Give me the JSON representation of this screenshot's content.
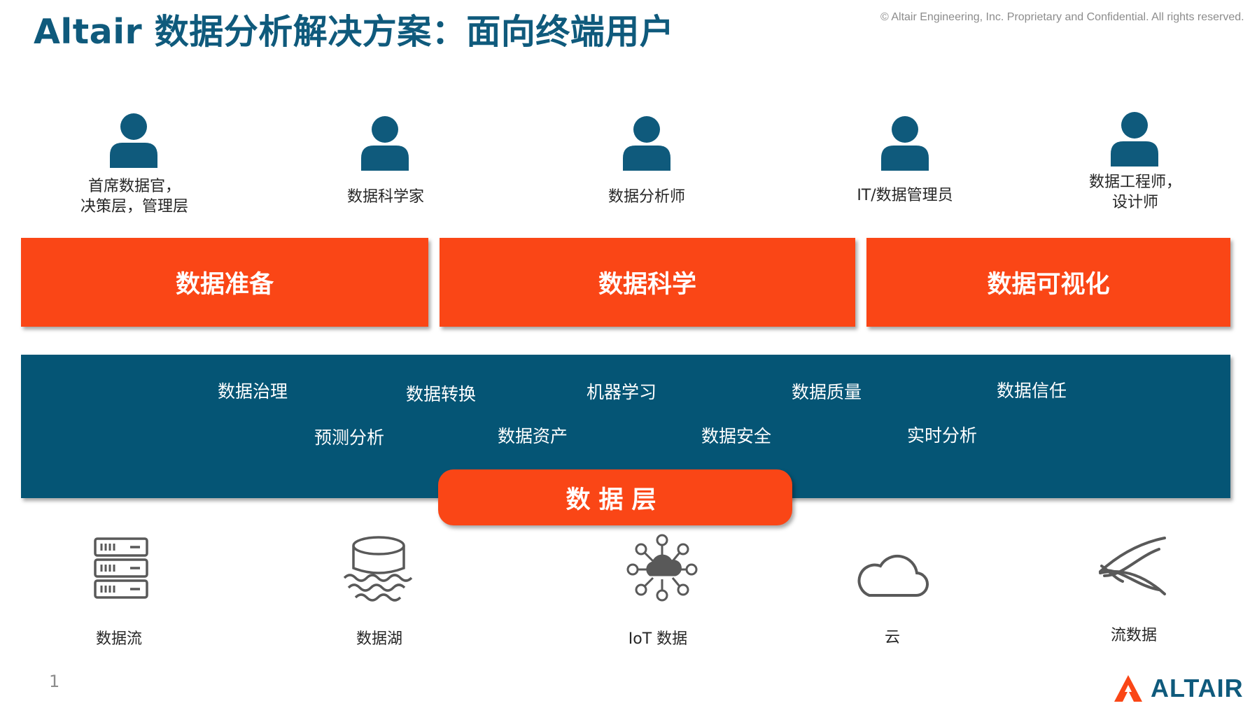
{
  "header": {
    "title": "Altair 数据分析解决方案：面向终端用户",
    "copyright": "© Altair Engineering, Inc. Proprietary and Confidential. All rights reserved."
  },
  "roles": [
    {
      "label": "首席数据官，\n决策层，管理层",
      "icon": "person-icon"
    },
    {
      "label": "数据科学家",
      "icon": "person-icon"
    },
    {
      "label": "数据分析师",
      "icon": "person-icon"
    },
    {
      "label": "IT/数据管理员",
      "icon": "person-icon"
    },
    {
      "label": "数据工程师，\n设计师",
      "icon": "person-icon"
    }
  ],
  "capabilities": [
    "数据准备",
    "数据科学",
    "数据可视化"
  ],
  "data_layer": {
    "row1": [
      "数据治理",
      "数据转换",
      "机器学习",
      "数据质量",
      "数据信任"
    ],
    "row2": [
      "预测分析",
      "数据资产",
      "数据安全",
      "实时分析"
    ],
    "label": "数据层"
  },
  "sources": [
    {
      "label": "数据流",
      "icon": "server-rack-icon"
    },
    {
      "label": "数据湖",
      "icon": "data-lake-icon"
    },
    {
      "label": "IoT 数据",
      "icon": "iot-network-icon"
    },
    {
      "label": "云",
      "icon": "cloud-icon"
    },
    {
      "label": "流数据",
      "icon": "streaming-icon"
    }
  ],
  "footer": {
    "page_number": "1",
    "logo_text": "ALTAIR"
  },
  "colors": {
    "brand_blue": "#0f5a7c",
    "band_blue": "#055575",
    "accent_orange": "#fa4616",
    "icon_gray": "#595959"
  }
}
